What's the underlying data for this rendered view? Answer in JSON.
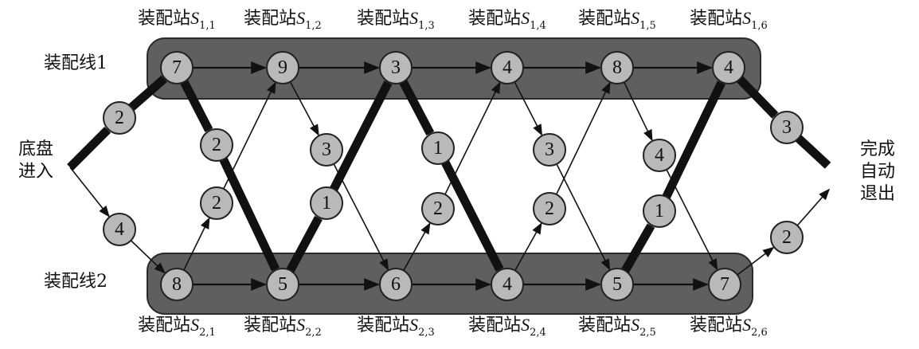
{
  "line_labels": [
    "装配线1",
    "装配线2"
  ],
  "entry_label": [
    "底盘",
    "进入"
  ],
  "exit_label": [
    "完成",
    "自动",
    "退出"
  ],
  "station_prefix": "装配站",
  "station_symbol": "S",
  "line1": {
    "subscripts": [
      "1,1",
      "1,2",
      "1,3",
      "1,4",
      "1,5",
      "1,6"
    ],
    "assembly_times": [
      "7",
      "9",
      "3",
      "4",
      "8",
      "4"
    ]
  },
  "line2": {
    "subscripts": [
      "2,1",
      "2,2",
      "2,3",
      "2,4",
      "2,5",
      "2,6"
    ],
    "assembly_times": [
      "8",
      "5",
      "6",
      "4",
      "5",
      "7"
    ]
  },
  "entry_times": [
    "2",
    "4"
  ],
  "exit_times": [
    "3",
    "2"
  ],
  "transfer_1_to_2": [
    "2",
    "3",
    "1",
    "3",
    "4"
  ],
  "transfer_2_to_1": [
    "2",
    "1",
    "2",
    "2",
    "1"
  ],
  "colors": {
    "band": "#5f5f5f",
    "band_stroke": "#2a2a2a",
    "node_fill": "#b9b9b9",
    "node_stroke": "#222222",
    "path": "#111111"
  }
}
